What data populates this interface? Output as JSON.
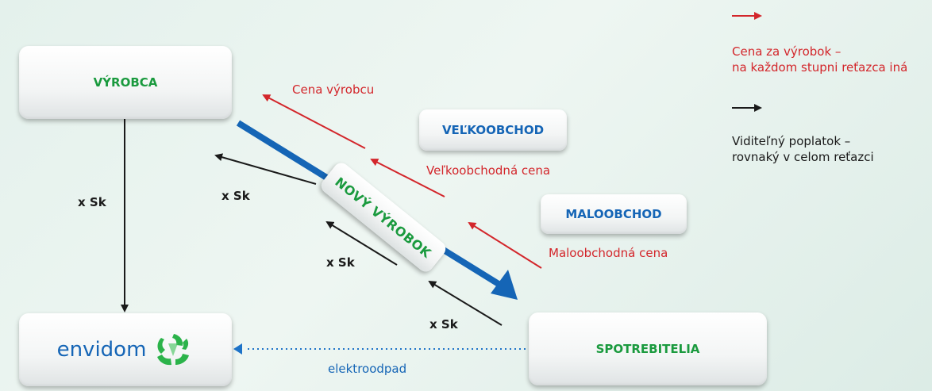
{
  "title_fragment": "",
  "nodes": {
    "producer": "VÝROBCA",
    "wholesale": "VEĽKOOBCHOD",
    "retail": "MALOOBCHOD",
    "consumers": "SPOTREBITELIA",
    "envidom": "envidom",
    "product": "NOVÝ VÝROBOK"
  },
  "labels": {
    "producer_price": "Cena výrobcu",
    "wholesale_price": "Veľkoobchodná cena",
    "retail_price": "Maloobchodná cena",
    "fee": "x Sk",
    "waste": "elektroodpad"
  },
  "legend": {
    "red_line1": "Cena za výrobok –",
    "red_line2": "na každom stupni reťazca iná",
    "black_line1": "Viditeľný poplatok –",
    "black_line2": "rovnaký v celom reťazci"
  },
  "icons": {
    "red_arrow": "arrow-right-red",
    "black_arrow": "arrow-right-black",
    "recycle": "recycle-leaves"
  },
  "colors": {
    "red": "#d3262b",
    "black": "#1a1a1a",
    "blue": "#1565b6",
    "green": "#1a9a3e",
    "recycle_green": "#2bb34a"
  }
}
